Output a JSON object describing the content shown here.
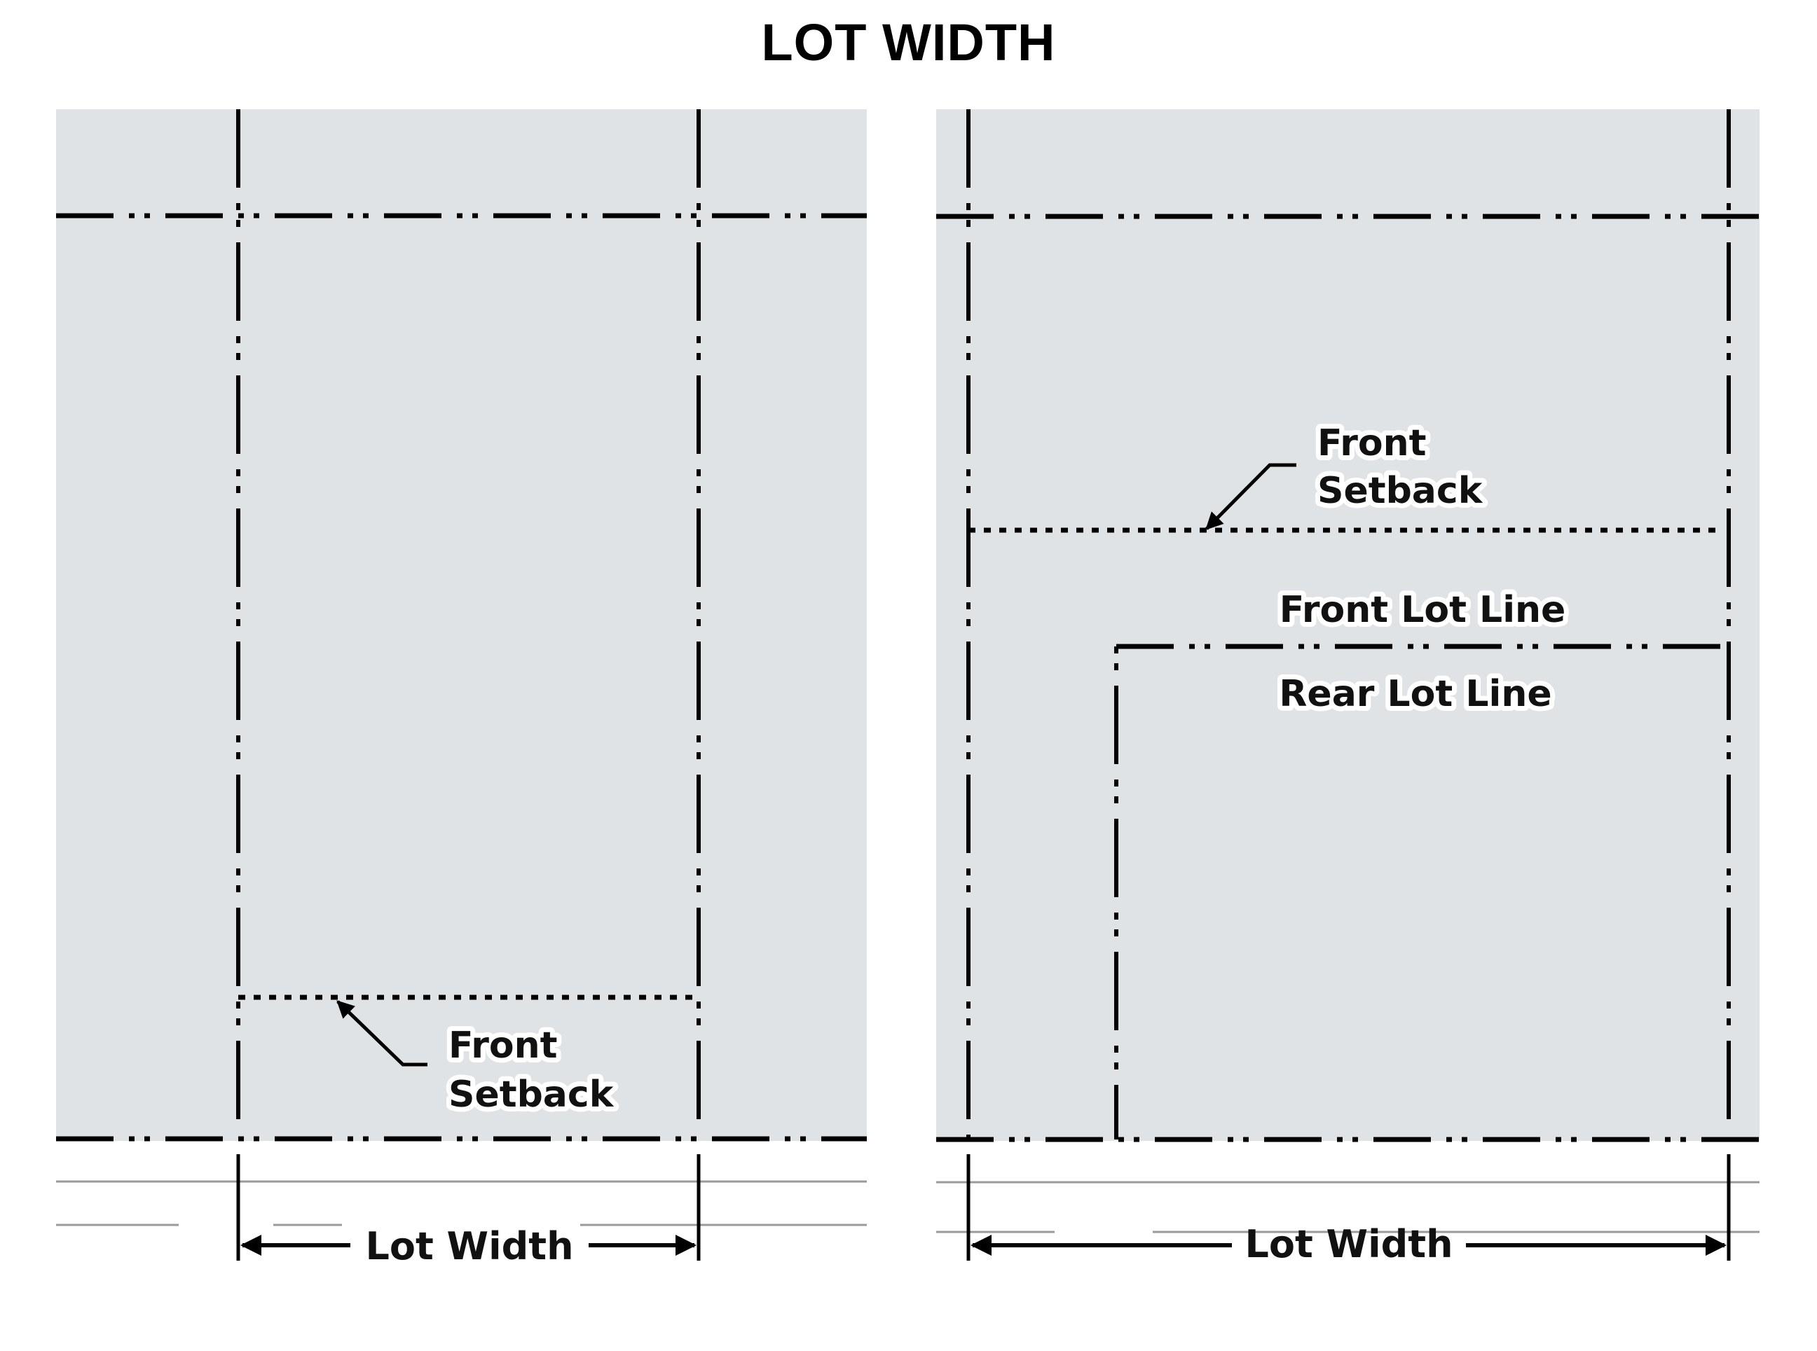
{
  "title": "LOT WIDTH",
  "colors": {
    "lot_fill": "#e0e3e6",
    "line": "#000000",
    "guide": "#9a9a9a",
    "background": "#ffffff"
  },
  "diagrams": [
    {
      "id": "interior-lot",
      "labels": {
        "setback": [
          "Front",
          "Setback"
        ],
        "dimension": "Lot Width"
      }
    },
    {
      "id": "flag-lot",
      "labels": {
        "setback": [
          "Front",
          "Setback"
        ],
        "front_lot_line": "Front Lot Line",
        "rear_lot_line": "Rear Lot Line",
        "dimension": "Lot Width"
      }
    }
  ]
}
